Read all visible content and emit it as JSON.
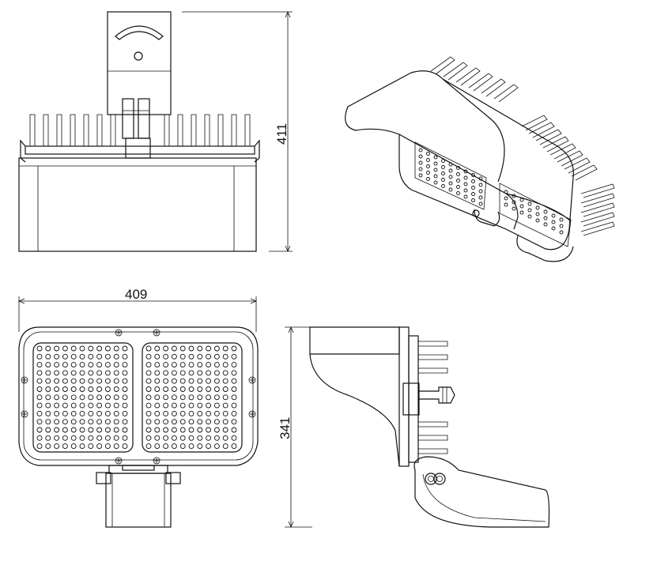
{
  "dimensions": {
    "height": "411",
    "width": "409",
    "depth": "341"
  },
  "views": {
    "side_view": "side-elevation",
    "iso_view": "isometric",
    "front_view": "front-elevation",
    "profile_view": "profile-elevation"
  },
  "led_panels": {
    "left": {
      "rows": 13,
      "cols": 11
    },
    "right": {
      "rows": 13,
      "cols": 11
    }
  },
  "colors": {
    "line": "#111111",
    "background": "#ffffff"
  }
}
